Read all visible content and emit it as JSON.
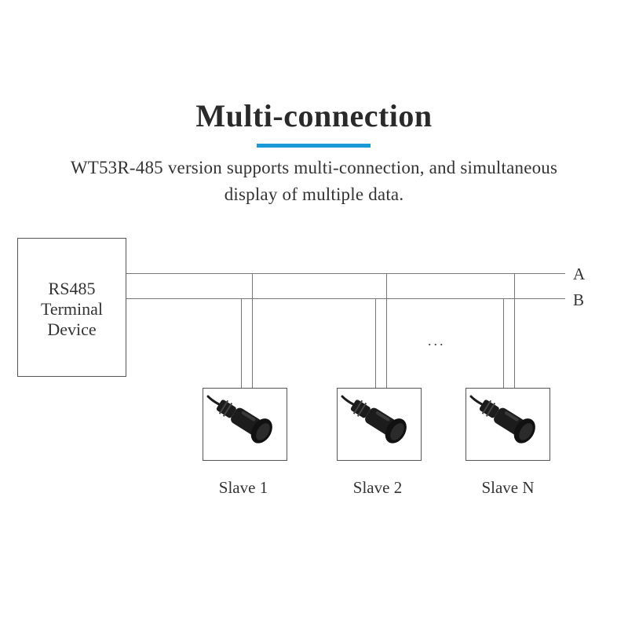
{
  "header": {
    "title": "Multi-connection",
    "description_line1": "WT53R-485 version supports multi-connection, and simultaneous",
    "description_line2": "display of multiple data."
  },
  "colors": {
    "accent": "#1a9ad6",
    "wire": "#777777",
    "sensor_body": "#1c1c1c"
  },
  "terminal": {
    "line1": "RS485",
    "line2": "Terminal",
    "line3": "Device"
  },
  "bus": {
    "line_a_label": "A",
    "line_b_label": "B",
    "ellipsis": "..."
  },
  "slaves": [
    {
      "label": "Slave 1",
      "icon": "sensor-icon"
    },
    {
      "label": "Slave 2",
      "icon": "sensor-icon"
    },
    {
      "label": "Slave N",
      "icon": "sensor-icon"
    }
  ]
}
